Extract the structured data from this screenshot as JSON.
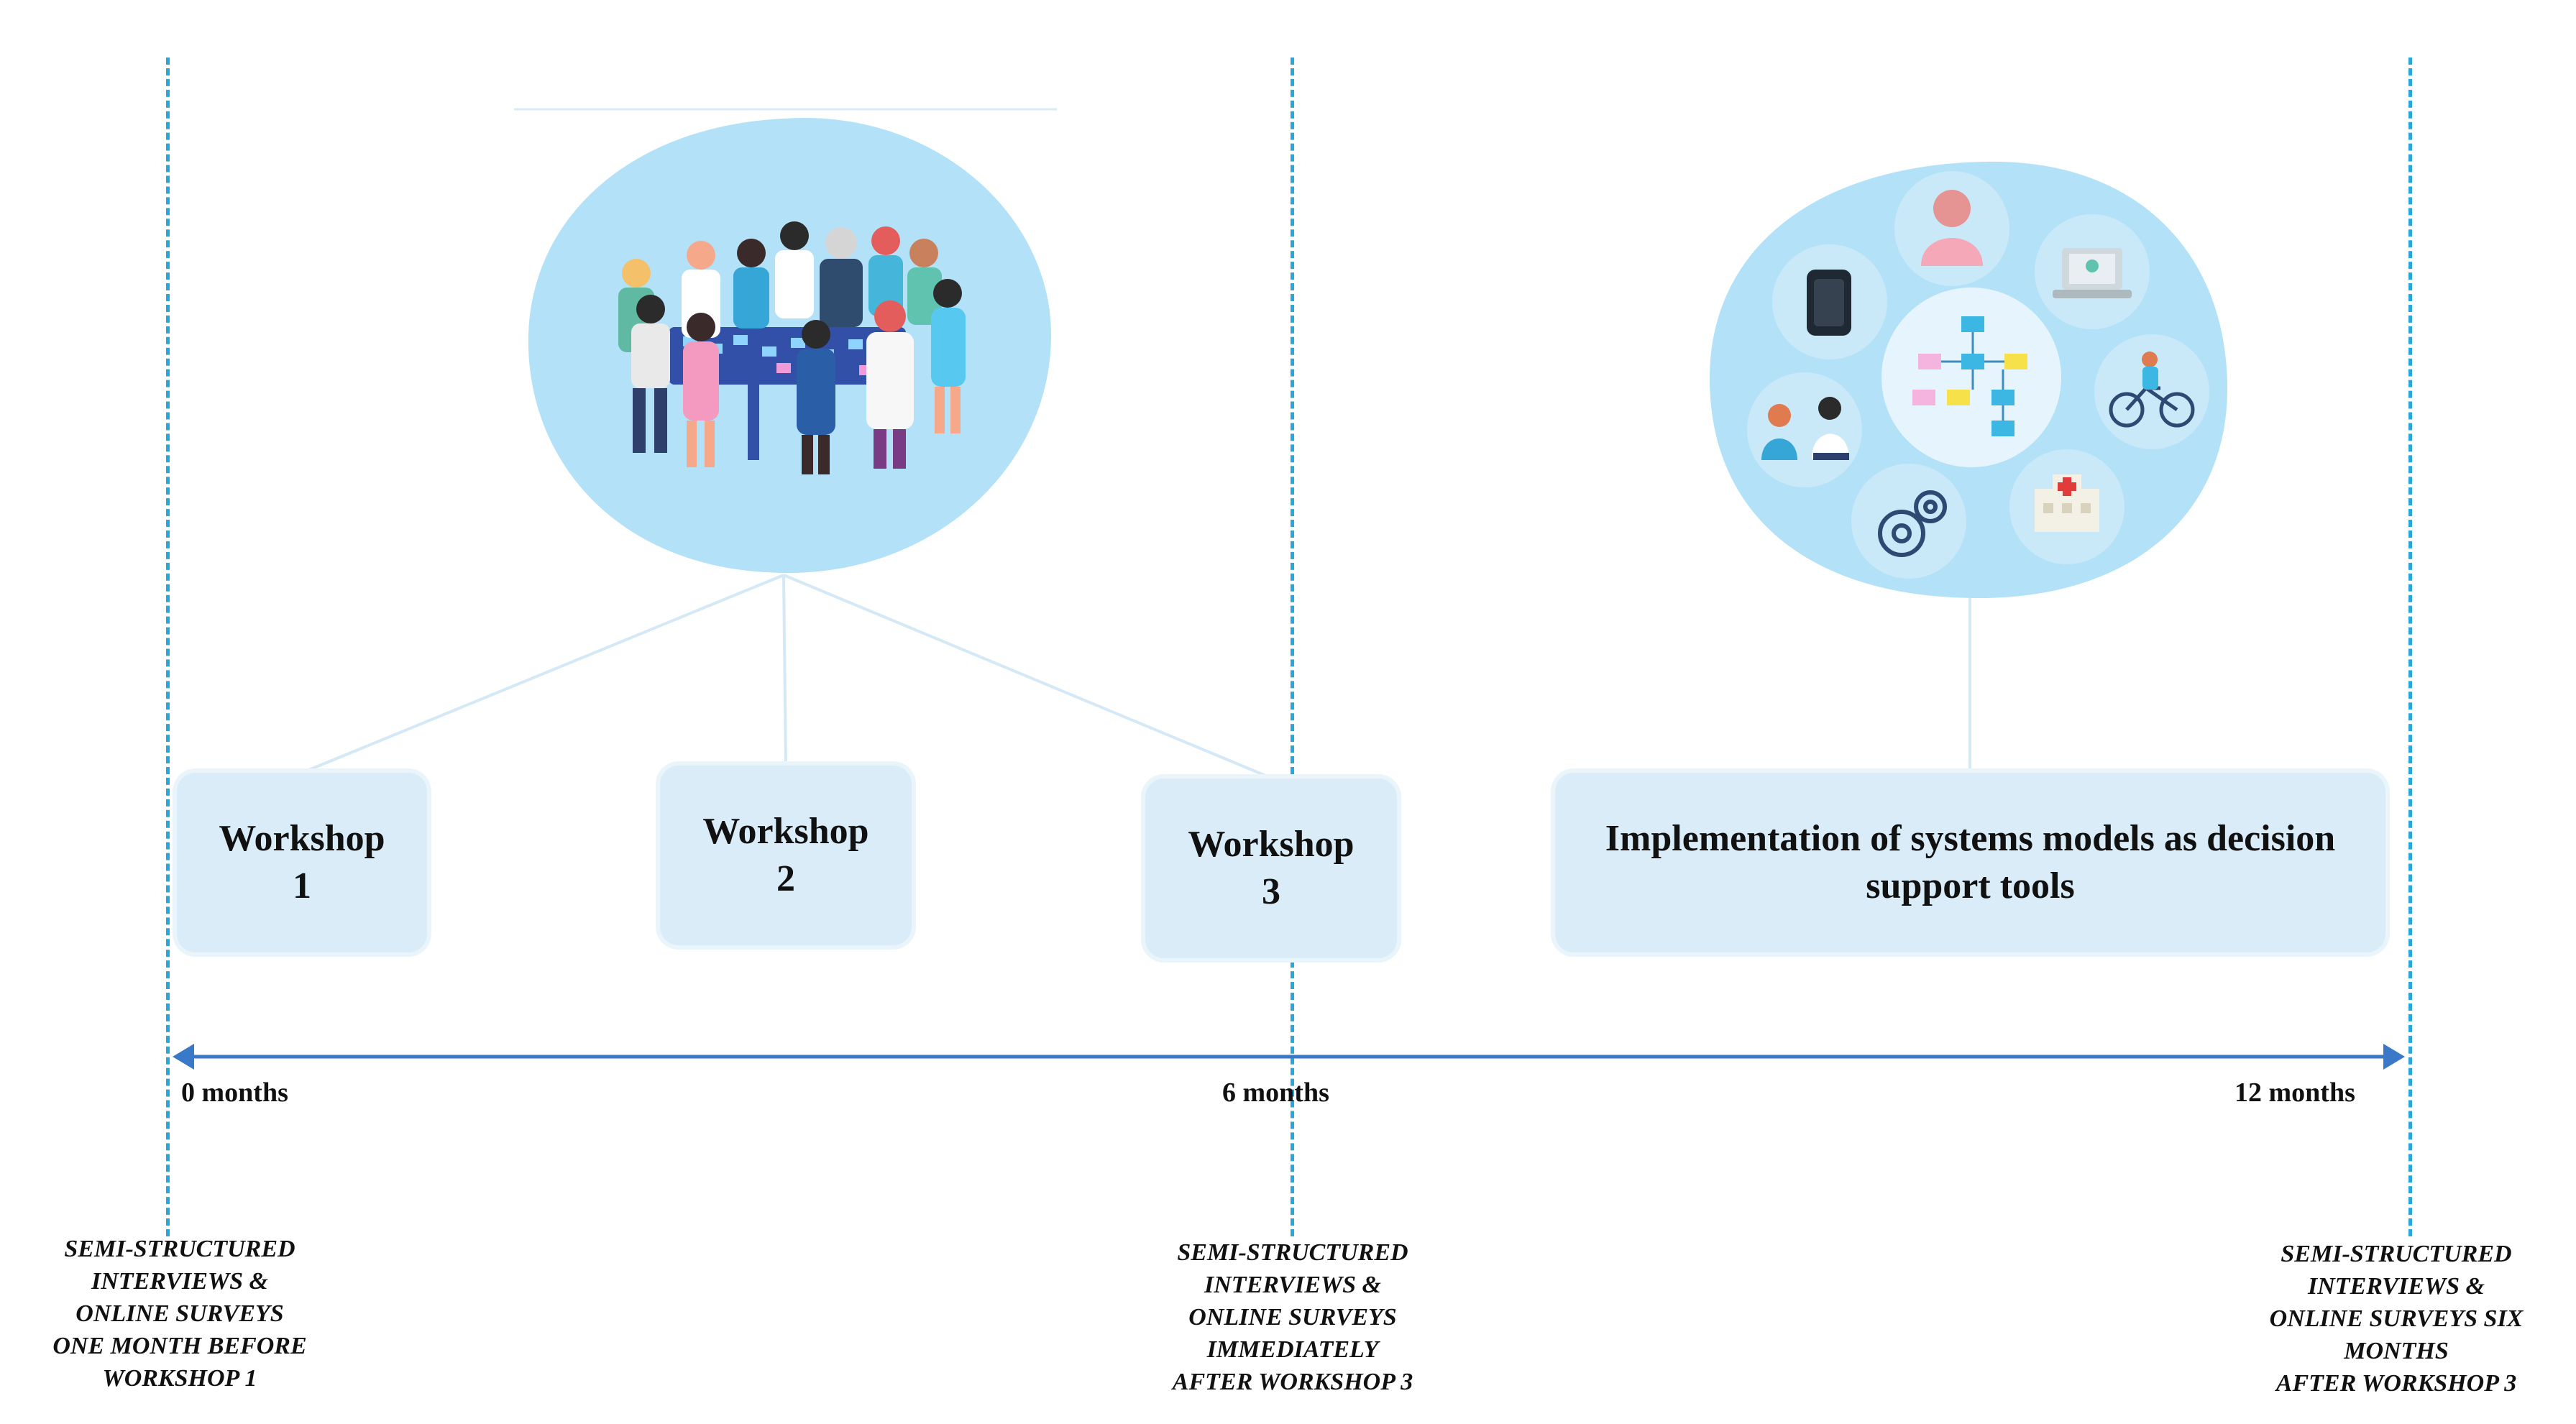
{
  "colors": {
    "dash_line": "#2aa7d8",
    "box_fill": "#d9ecf8",
    "timeline": "#3a78c8",
    "blob_fill": "#b3e2f8",
    "connector": "#d4e9f5"
  },
  "workshops": [
    {
      "label": "Workshop\n1"
    },
    {
      "label": "Workshop\n2"
    },
    {
      "label": "Workshop\n3"
    }
  ],
  "implementation": {
    "label": "Implementation of systems models as decision support tools"
  },
  "timeline": {
    "start_label": "0 months",
    "mid_label": "6 months",
    "end_label": "12 months"
  },
  "notes": [
    {
      "text": "SEMI-STRUCTURED\nINTERVIEWS &\nONLINE SURVEYS\nONE MONTH BEFORE\nWORKSHOP 1"
    },
    {
      "text": "SEMI-STRUCTURED\nINTERVIEWS &\nONLINE SURVEYS\nIMMEDIATELY\nAFTER WORKSHOP 3"
    },
    {
      "text": "SEMI-STRUCTURED\nINTERVIEWS &\nONLINE SURVEYS SIX\nMONTHS\nAFTER WORKSHOP 3"
    }
  ],
  "icons": {
    "group": "people-group-icon",
    "tools": [
      "phone-icon",
      "user-icon",
      "laptop-icon",
      "flowchart-icon",
      "consultation-icon",
      "cycling-icon",
      "gears-icon",
      "hospital-icon"
    ]
  }
}
